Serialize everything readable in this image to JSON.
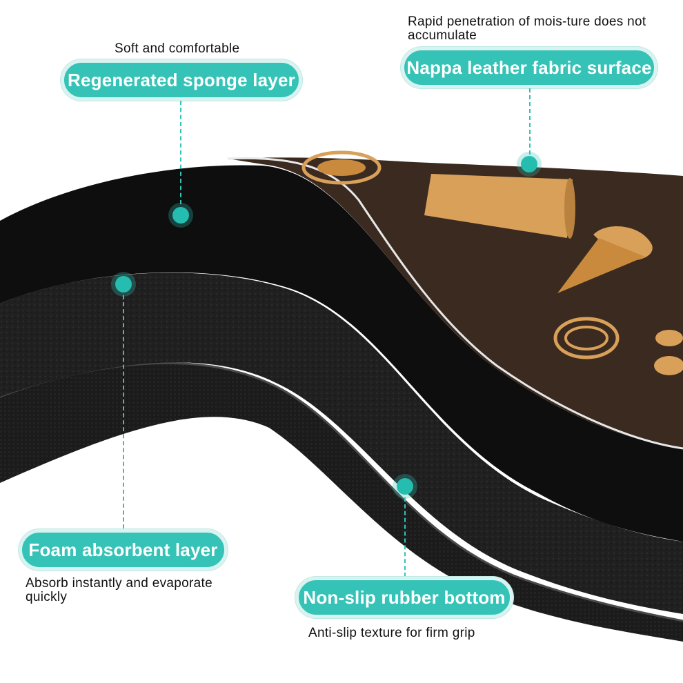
{
  "callouts": {
    "sponge": {
      "caption": "Soft and comfortable",
      "label": "Regenerated sponge layer"
    },
    "nappa": {
      "caption": "Rapid penetration of mois-ture does not accumulate",
      "label": "Nappa leather fabric surface"
    },
    "foam": {
      "label": "Foam absorbent layer",
      "caption": "Absorb instantly and evaporate quickly"
    },
    "rubber": {
      "label": "Non-slip rubber bottom",
      "caption": "Anti-slip texture for firm grip"
    }
  },
  "colors": {
    "accent": "#34c3b6",
    "leather": "#3a2a20",
    "print": "#d9a05a",
    "sponge": "#111111",
    "foam": "#222222",
    "rubber": "#1a1a1a"
  },
  "icons": [
    "coffee-cup-icon",
    "ice-cream-cone-icon",
    "coffee-mug-icon",
    "coffee-bean-icon"
  ]
}
